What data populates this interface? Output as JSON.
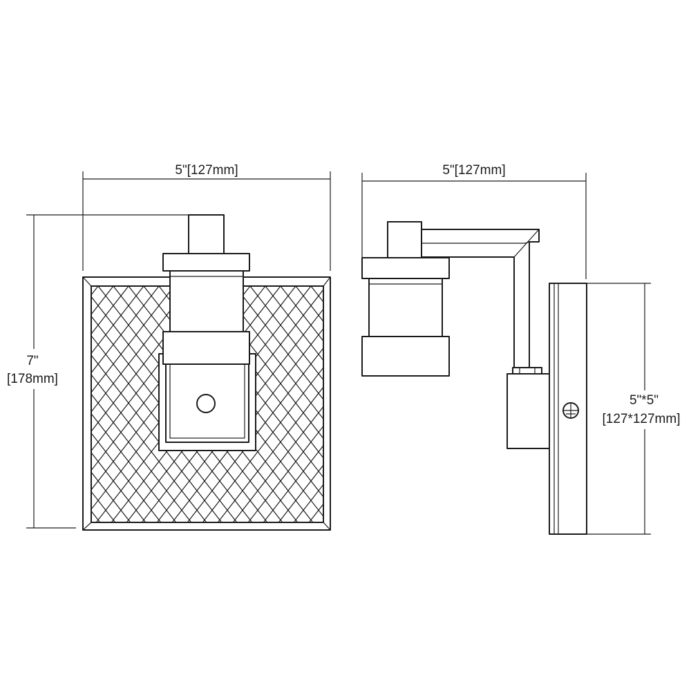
{
  "front_view": {
    "width_label": "5\"[127mm]",
    "height_label_line1": "7\"",
    "height_label_line2": "[178mm]"
  },
  "side_view": {
    "depth_label": "5\"[127mm]",
    "backplate_label_line1": "5\"*5\"",
    "backplate_label_line2": "[127*127mm]"
  },
  "colors": {
    "line": "#1a1a1a",
    "background": "#ffffff"
  }
}
